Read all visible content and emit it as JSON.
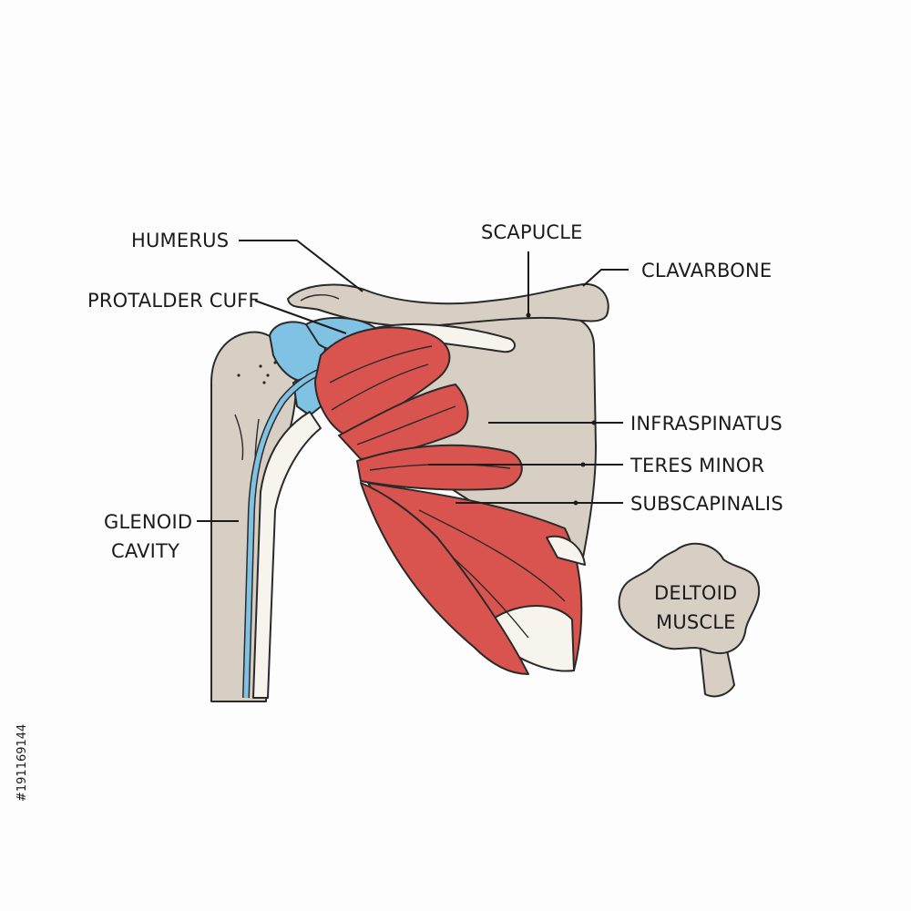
{
  "labels": {
    "humerus": "HUMERUS",
    "scapucle": "SCAPUCLE",
    "clavarbone": "CLAVARBONE",
    "protalder_cuff": "PROTALDER CUFF",
    "infraspinatus": "INFRASPINATUS",
    "teres_minor": "TERES MINOR",
    "subscapinalis": "SUBSCAPINALIS",
    "glenoid_line1": "GLENOID",
    "glenoid_line2": "CAVITY",
    "deltoid_line1": "DELTOID",
    "deltoid_line2": "MUSCLE"
  },
  "watermark_id": "#191169144",
  "colors": {
    "bone": "#d8cfc4",
    "muscle": "#d9534f",
    "cartilage": "#7fc2e4",
    "tendon": "#f7f4ee",
    "outline": "#2a2a2a"
  }
}
